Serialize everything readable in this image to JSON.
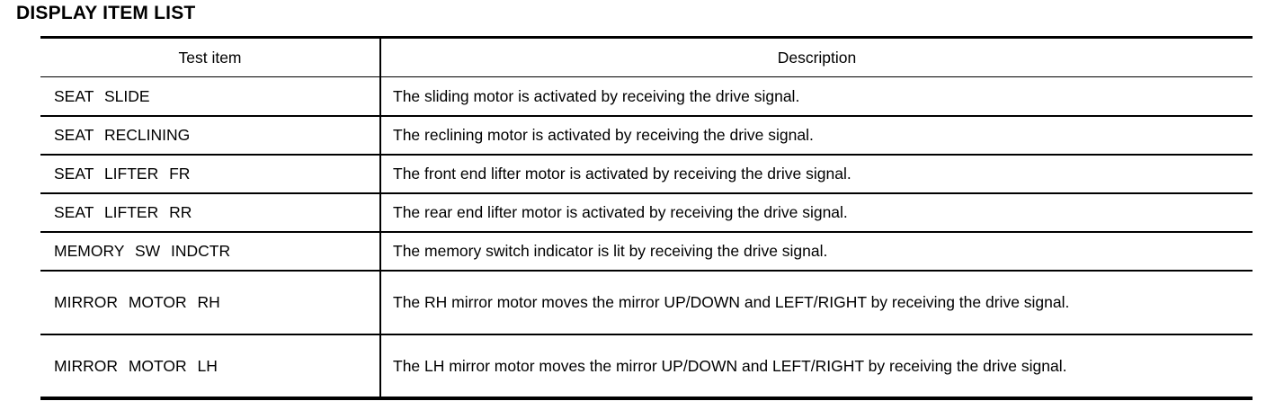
{
  "page": {
    "title": "DISPLAY ITEM LIST"
  },
  "table": {
    "headers": {
      "test_item": "Test item",
      "description": "Description"
    },
    "rows": [
      {
        "test_item": "SEAT SLIDE",
        "description": "The sliding motor is activated by receiving the drive signal."
      },
      {
        "test_item": "SEAT RECLINING",
        "description": "The reclining motor is activated by receiving the drive signal."
      },
      {
        "test_item": "SEAT LIFTER FR",
        "description": "The front end lifter motor is activated by receiving the drive signal."
      },
      {
        "test_item": "SEAT LIFTER RR",
        "description": "The rear end lifter motor is activated by receiving the drive signal."
      },
      {
        "test_item": "MEMORY SW INDCTR",
        "description": "The memory switch indicator is lit by receiving the drive signal."
      },
      {
        "test_item": "MIRROR MOTOR RH",
        "description": "The RH mirror motor moves the mirror UP/DOWN and LEFT/RIGHT by receiving the drive signal."
      },
      {
        "test_item": "MIRROR MOTOR LH",
        "description": "The LH mirror motor moves the mirror UP/DOWN and LEFT/RIGHT by receiving the drive signal."
      }
    ],
    "colors": {
      "text": "#000000",
      "border": "#000000",
      "background": "#ffffff"
    }
  }
}
